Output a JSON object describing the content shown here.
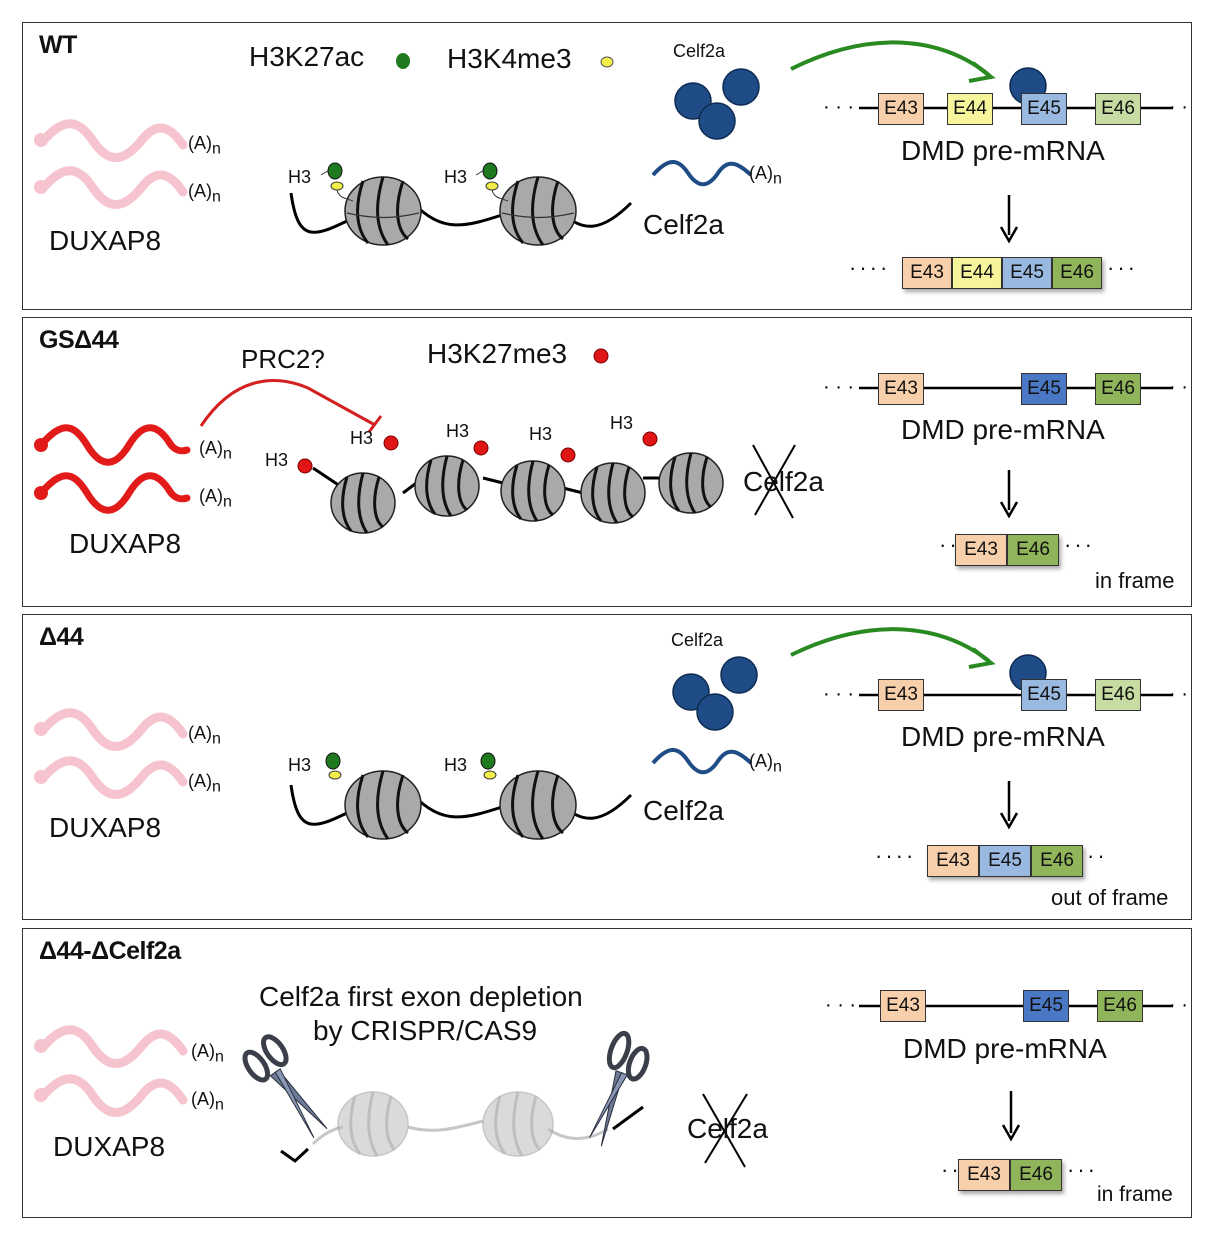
{
  "colors": {
    "exon_E43": "#f7cfab",
    "exon_E44": "#f7f59c",
    "exon_E45_light": "#9ab9e0",
    "exon_E45_dark": "#4a78c4",
    "exon_E46_light": "#c7dca3",
    "exon_E46_dark": "#8fb45a",
    "celf2a_protein": "#1f4c86",
    "h3k27ac": "#1f7a1f",
    "h3k4me3": "#f2ee4a",
    "h3k27me3": "#e01515",
    "duxap8_active": "#e31a1a",
    "duxap8_faded": "#f6c4cf",
    "activation_arrow": "#2a8a22",
    "inhibition_arrow": "#d42020"
  },
  "common": {
    "polyA": "(A)",
    "polyA_sub": "n",
    "h3": "H3",
    "duxap8": "DUXAP8",
    "celf2a": "Celf2a",
    "dmd_premrna": "DMD pre-mRNA"
  },
  "panels": [
    {
      "title": "WT",
      "legend": [
        "H3K27ac",
        "H3K4me3"
      ],
      "celf2a_protein_label": "Celf2a",
      "premrna_exons": [
        "E43",
        "E44",
        "E45",
        "E46"
      ],
      "mrna_exons": [
        "E43",
        "E44",
        "E45",
        "E46"
      ],
      "frame_note": ""
    },
    {
      "title": "GSΔ44",
      "inhibitor_label": "PRC2?",
      "legend": [
        "H3K27me3"
      ],
      "premrna_exons": [
        "E43",
        "E45",
        "E46"
      ],
      "mrna_exons": [
        "E43",
        "E46"
      ],
      "frame_note": "in frame"
    },
    {
      "title": "Δ44",
      "celf2a_protein_label": "Celf2a",
      "premrna_exons": [
        "E43",
        "E45",
        "E46"
      ],
      "mrna_exons": [
        "E43",
        "E45",
        "E46"
      ],
      "frame_note": "out of frame"
    },
    {
      "title": "Δ44-ΔCelf2a",
      "crispr_line1": "Celf2a first exon depletion",
      "crispr_line2": "by CRISPR/CAS9",
      "premrna_exons": [
        "E43",
        "E45",
        "E46"
      ],
      "mrna_exons": [
        "E43",
        "E46"
      ],
      "frame_note": "in frame"
    }
  ]
}
